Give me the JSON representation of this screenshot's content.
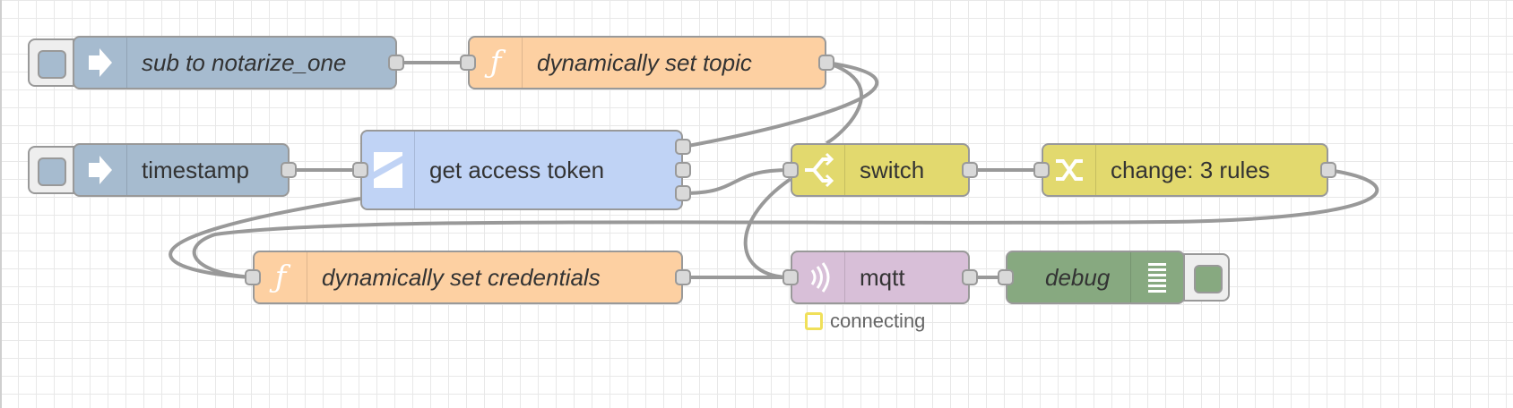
{
  "nodes": {
    "inject_sub": {
      "label": "sub to notarize_one",
      "color": "#a6bbcf",
      "icon": "arrow-in-icon"
    },
    "fn_topic": {
      "label": "dynamically set topic",
      "color": "#fdd0a2",
      "icon": "function-icon"
    },
    "inject_ts": {
      "label": "timestamp",
      "color": "#a6bbcf",
      "icon": "arrow-in-icon"
    },
    "http_token": {
      "label": "get access token",
      "color": "#c0d3f5",
      "icon": "http-icon"
    },
    "switch": {
      "label": "switch",
      "color": "#e2d96e",
      "icon": "switch-icon"
    },
    "change": {
      "label": "change: 3 rules",
      "color": "#e2d96e",
      "icon": "change-icon"
    },
    "fn_creds": {
      "label": "dynamically set credentials",
      "color": "#fdd0a2",
      "icon": "function-icon"
    },
    "mqtt": {
      "label": "mqtt",
      "color": "#d8bfd8",
      "icon": "mqtt-icon",
      "status": "connecting",
      "status_color": "#f0e05a"
    },
    "debug": {
      "label": "debug",
      "color": "#87a980",
      "icon": "list-icon"
    }
  }
}
